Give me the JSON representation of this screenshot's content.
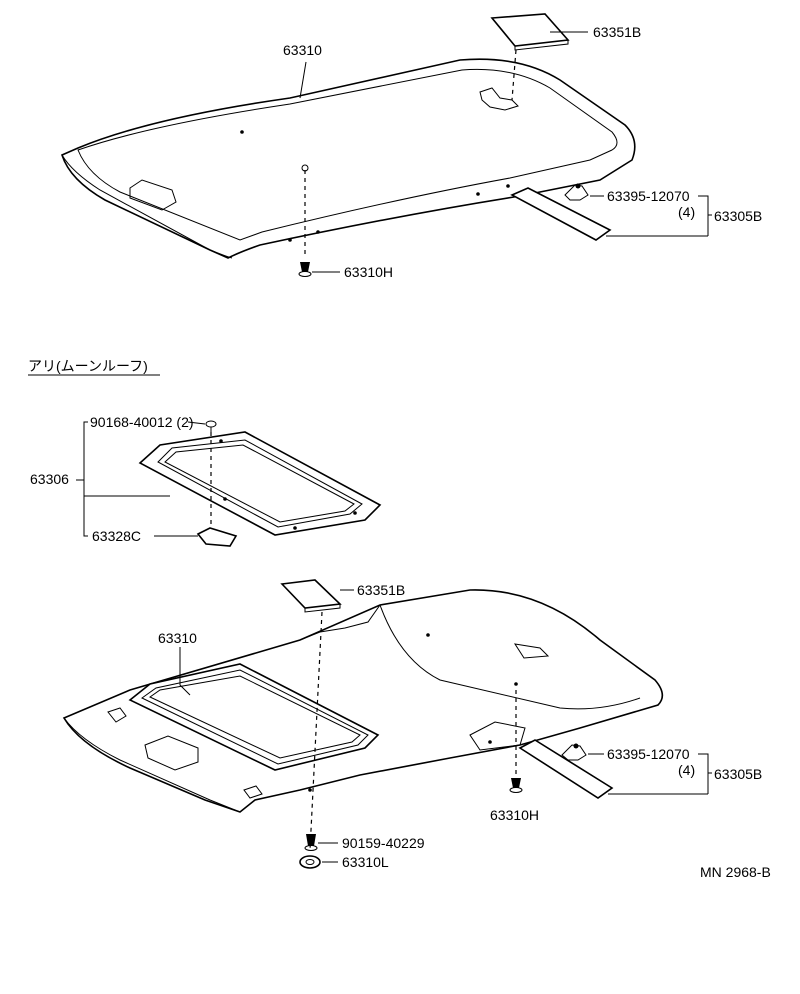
{
  "upper_assembly": {
    "headlining_label": "63310",
    "pad_label": "63351B",
    "clip_label": "63395-12070",
    "clip_qty": "(4)",
    "rail_label": "63305B",
    "fastener_label": "63310H"
  },
  "section_title": "アリ(ムーンルーフ)",
  "moonroof_frame": {
    "screw_label": "90168-40012 (2)",
    "frame_label": "63306",
    "cover_label": "63328C"
  },
  "lower_assembly": {
    "pad_label": "63351B",
    "headlining_label": "63310",
    "clip_label": "63395-12070",
    "clip_qty": "(4)",
    "rail_label": "63305B",
    "fastener_label": "63310H",
    "screw_label": "90159-40229",
    "nut_label": "63310L"
  },
  "reference_code": "MN 2968-B",
  "icons": [
    "headliner-panel-icon",
    "sunroof-frame-icon",
    "rail-icon",
    "clip-icon",
    "push-fastener-icon",
    "pad-icon"
  ]
}
